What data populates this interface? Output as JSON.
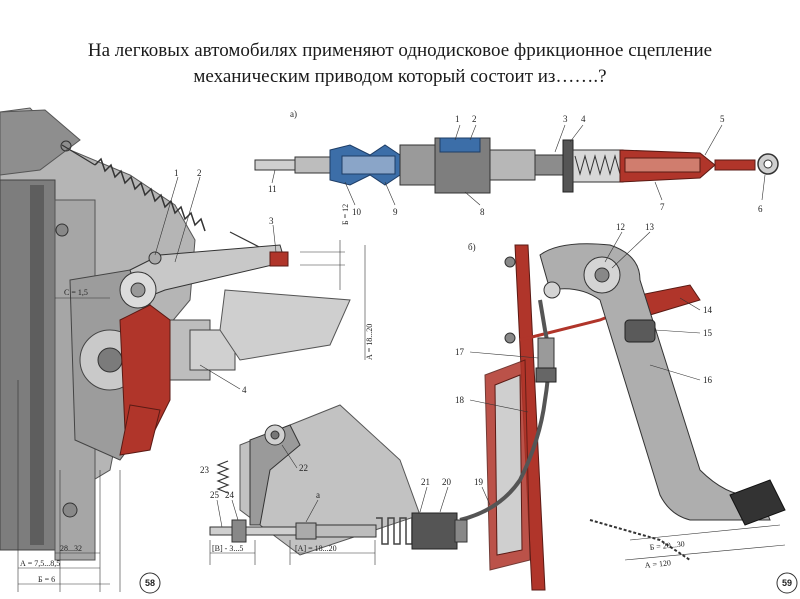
{
  "title": {
    "line1": "На легковых автомобилях применяют однодисковое фрикционное сцепление",
    "line2": "механическим приводом который состоит из…….?"
  },
  "diagram": {
    "subfig_a": "а)",
    "subfig_b": "б)",
    "top_labels": [
      "11",
      "10",
      "9",
      "8",
      "1",
      "2",
      "3",
      "4",
      "5",
      "7",
      "6"
    ],
    "left_labels": [
      "1",
      "2",
      "3",
      "4"
    ],
    "pedal_labels": [
      "12",
      "13",
      "14",
      "15",
      "16",
      "17",
      "18",
      "19",
      "20",
      "21",
      "22",
      "23",
      "24",
      "25",
      "a"
    ],
    "dims": {
      "b12": "Б = 12",
      "c15": "С = 1,5",
      "a1820_v": "А = 18...20",
      "d2832": "28...32",
      "a7585": "А = 7,5...8,5",
      "b6": "Б = 6",
      "v35": "[В] - 3...5",
      "a1820": "[А] = 18...20",
      "b2030": "Б = 20...30",
      "a120": "А = 120"
    },
    "page_left": "58",
    "page_right": "59"
  },
  "colors": {
    "red": "#b0352a",
    "blue": "#3c6ea8",
    "grey": "#9a9a9a",
    "dark": "#333333"
  }
}
